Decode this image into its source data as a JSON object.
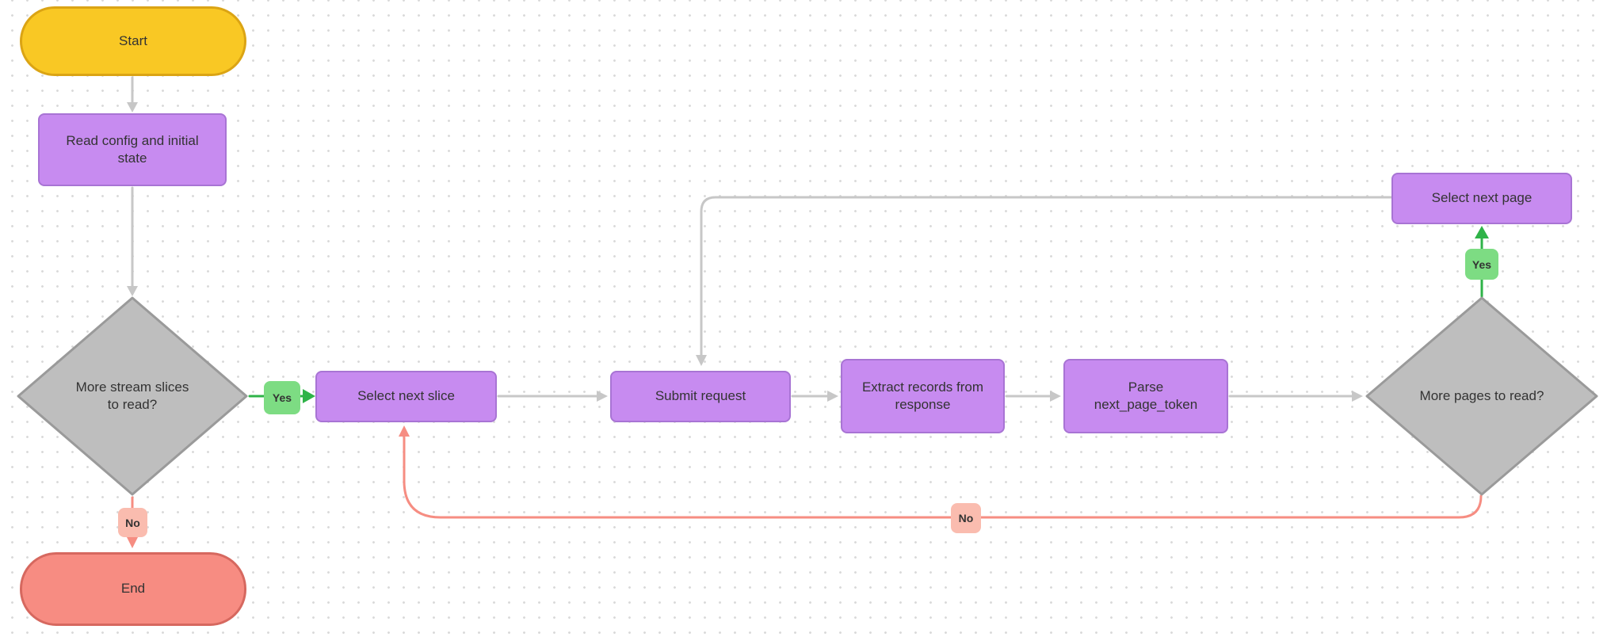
{
  "diagram": {
    "type": "flowchart",
    "nodes": {
      "start": {
        "label": "Start",
        "shape": "terminal"
      },
      "read_config": {
        "label": "Read config and initial state",
        "shape": "process"
      },
      "more_slices": {
        "label": "More stream slices to read?",
        "shape": "decision"
      },
      "select_next_slice": {
        "label": "Select next slice",
        "shape": "process"
      },
      "submit_request": {
        "label": "Submit request",
        "shape": "process"
      },
      "extract_records": {
        "label": "Extract records from response",
        "shape": "process"
      },
      "parse_token": {
        "label": "Parse\nnext_page_token",
        "shape": "process"
      },
      "more_pages": {
        "label": "More pages to read?",
        "shape": "decision"
      },
      "select_next_page": {
        "label": "Select next page",
        "shape": "process"
      },
      "end": {
        "label": "End",
        "shape": "terminal"
      }
    },
    "edge_labels": {
      "yes_slices": "Yes",
      "no_slices": "No",
      "yes_pages": "Yes",
      "no_pages": "No"
    },
    "edges": [
      "start -> read_config",
      "read_config -> more_slices",
      "more_slices -Yes-> select_next_slice",
      "more_slices -No-> end",
      "select_next_slice -> submit_request",
      "submit_request -> extract_records",
      "extract_records -> parse_token",
      "parse_token -> more_pages",
      "more_pages -Yes-> select_next_page",
      "select_next_page -> submit_request",
      "more_pages -No-> select_next_slice"
    ]
  },
  "colors": {
    "yellow_fill": "#F9C824",
    "yellow_border": "#DBA414",
    "purple_fill": "#C78BF0",
    "purple_border": "#A874D4",
    "gray_fill": "#BEBEBE",
    "gray_border": "#9A9A9A",
    "green_badge": "#7DDC83",
    "green_line": "#2FB348",
    "salmon_badge": "#FABCAF",
    "red_line": "#F68D82",
    "end_fill": "#F78C82",
    "end_border": "#D6685F",
    "line_gray": "#C7C7C7",
    "text": "#333333"
  }
}
